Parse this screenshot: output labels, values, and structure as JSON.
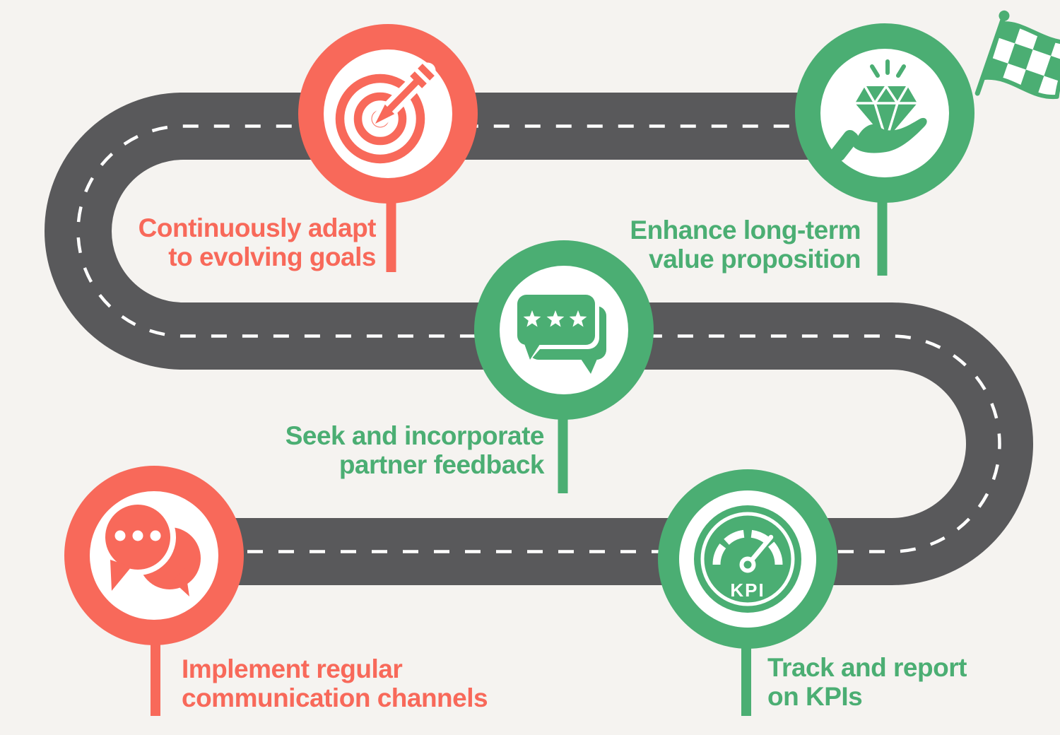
{
  "palette": {
    "orange": "#f8695a",
    "green": "#4bae73",
    "road_gray": "#59595b",
    "dash_white": "#ffffff",
    "background": "#f5f3f0"
  },
  "road": {
    "shape": "s-curve-road",
    "dash_pattern": "white center dashes",
    "start": "bottom-left milestone",
    "end": "top-right milestone with checkered flag"
  },
  "milestones": [
    {
      "id": "communication",
      "icon": "chat-bubbles-icon",
      "color": "orange",
      "line1": "Implement regular",
      "line2": "communication channels"
    },
    {
      "id": "kpi",
      "icon": "kpi-gauge-icon",
      "color": "green",
      "line1": "Track and report",
      "line2": "on KPIs"
    },
    {
      "id": "feedback",
      "icon": "review-bubbles-icon",
      "color": "green",
      "line1": "Seek and incorporate",
      "line2": "partner feedback"
    },
    {
      "id": "adapt",
      "icon": "target-dart-icon",
      "color": "orange",
      "line1": "Continuously adapt",
      "line2": "to evolving goals"
    },
    {
      "id": "value",
      "icon": "diamond-hand-icon",
      "color": "green",
      "line1": "Enhance long-term",
      "line2": "value proposition"
    }
  ],
  "kpi_gauge": {
    "label": "KPI"
  },
  "flag": {
    "icon": "checkered-flag-icon"
  }
}
